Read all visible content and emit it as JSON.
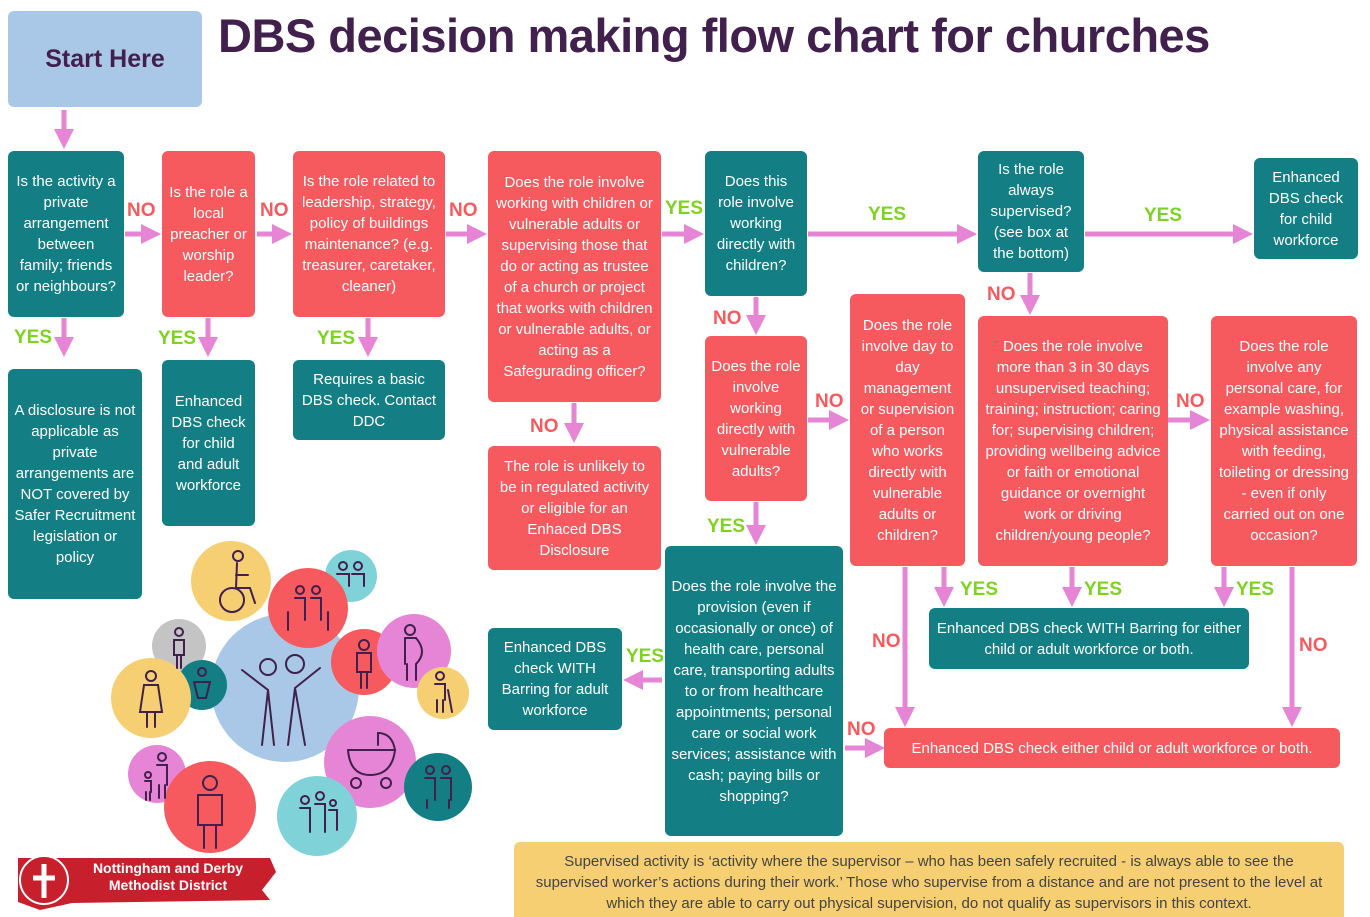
{
  "title": "DBS decision making flow chart for churches",
  "start": "Start Here",
  "nodes": {
    "q_private": "Is the activity a private arrangement between family; friends or neighbours?",
    "q_preacher": "Is the role a local preacher or worship leader?",
    "q_leadership": "Is the role related to leadership, strategy,  policy of buildings maintenance? (e.g. treasurer, caretaker, cleaner)",
    "q_working": "Does the role involve working with children or vulnerable adults or supervising those that do or acting as trustee of a church or project that works with children or vulnerable adults, or acting as a Safegurading officer?",
    "q_children": "Does this role involve working directly with children?",
    "q_supervised": "Is the role always supervised? (see box at the bottom)",
    "r_child": "Enhanced DBS check for child workforce",
    "r_not_applicable": "A disclosure is not applicable as private arrangements are NOT covered by Safer Recruitment legislation or policy",
    "r_both": "Enhanced DBS check for child and adult workforce",
    "r_basic": "Requires a basic DBS check. Contact DDC",
    "r_unlikely": "The role is unlikely to be in regulated activity or eligible for an Enhaced DBS Disclosure",
    "q_vulnerable": "Does the role involve working directly with vulnerable adults?",
    "q_management": "Does the role involve day to day management or supervision of a person who  works directly with vulnerable adults or children?",
    "q_unsupervised": "Does the role involve more than 3 in 30 days unsupervised teaching; training; instruction; caring for; supervising children; providing wellbeing advice or faith or emotional guidance or overnight work or driving children/young people?",
    "q_personal_care": "Does the role involve any personal care, for example washing, physical assistance with feeding, toileting or dressing - even if only carried  out on one occasion?",
    "q_health": "Does the role involve the provision (even if occasionally or once) of health care, personal care, transporting adults to or from healthcare appointments; personal care or social work services; assistance with cash; paying bills or shopping?",
    "r_barring_adult": "Enhanced DBS check WITH Barring for adult workforce",
    "r_barring_either": "Enhanced DBS check WITH Barring for either child or adult workforce or both.",
    "r_either": "Enhanced DBS check either child or adult workforce or both."
  },
  "labels": {
    "no": "NO",
    "yes": "YES"
  },
  "note": "Supervised activity is ‘activity where the supervisor – who has been safely recruited - is always able to see the supervised worker’s actions during their work.’ Those who supervise from a distance and are not present to the level at which they are able to carry out physical supervision, do not qualify as supervisors in this context.",
  "logo": {
    "line1": "Nottingham and Derby",
    "line2": "Methodist District"
  },
  "colors": {
    "teal": "#137f84",
    "red": "#f65a5e",
    "arrow": "#e685d6",
    "title": "#41204e",
    "start": "#a9c8e8",
    "note": "#f6cf72",
    "yes": "#7ed321",
    "no": "#f65a5e"
  },
  "icons": [
    "wheelchair-user-icon",
    "family-group-icon",
    "family-faces-icon",
    "adult-icon",
    "pregnant-woman-icon",
    "elderly-person-icon",
    "child-icon",
    "baby-icon",
    "person-icon",
    "parent-child-icon",
    "pram-icon",
    "family-icon",
    "large-adult-icon",
    "community-hug-icon",
    "group-icon"
  ]
}
